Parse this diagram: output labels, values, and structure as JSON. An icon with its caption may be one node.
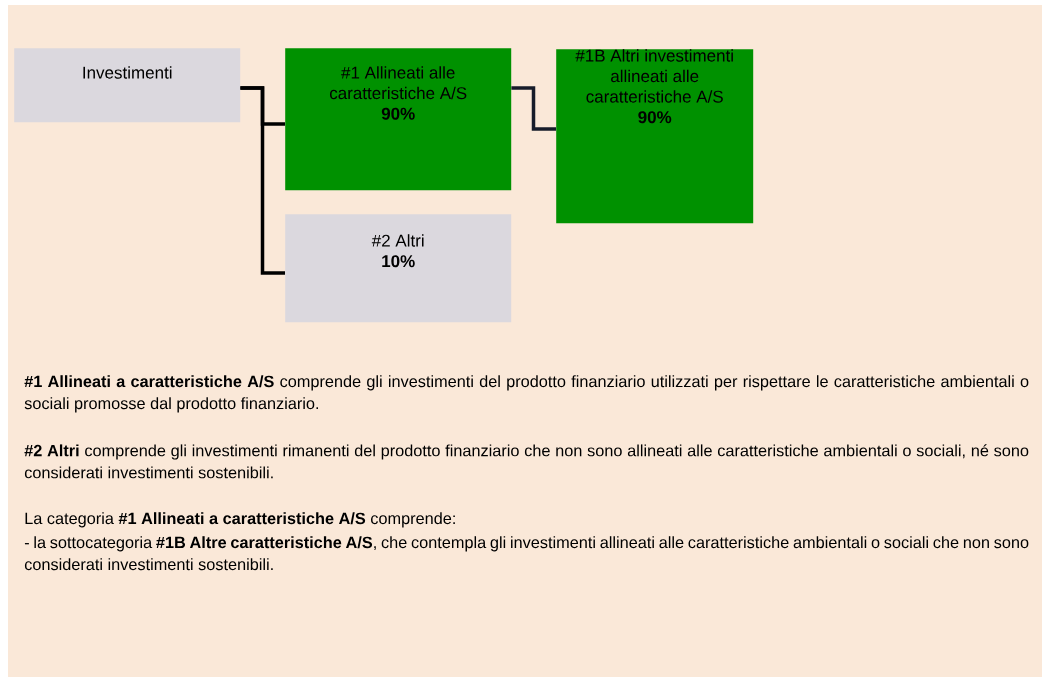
{
  "diagram": {
    "nodes": [
      {
        "text": [
          "Investimenti"
        ]
      },
      {
        "text": [
          "#1 Allineati alle caratteristiche A/S",
          "90%"
        ]
      },
      {
        "text": [
          "#1B Altri investimenti allineati alle caratteristiche A/S",
          "90%"
        ]
      },
      {
        "text": [
          "#2 Altri",
          "10%"
        ]
      }
    ],
    "edges": [
      {
        "from": 0,
        "to": 1,
        "arrow": "none"
      },
      {
        "from": 0,
        "to": 3,
        "arrow": "none"
      },
      {
        "from": 1,
        "to": 2,
        "arrow": "none",
        "color": "#171c2a"
      }
    ],
    "labels": [
      "**#1 Allineati a caratteristiche A/S** comprende gli investimenti del prodotto finanziario utilizzati per rispettare le caratteristiche ambientali o sociali promosse dal prodotto finanziario.",
      "**#2 Altri** comprende gli investimenti rimanenti del prodotto finanziario che non sono allineati alle caratteristiche ambientali o sociali, né sono considerati investimenti sostenibili.",
      "La categoria **#1 Allineati a caratteristiche A/S** comprende:",
      "- la sottocategoria **#1B Altre caratteristiche A/S**, che contempla gli investimenti allineati alle caratteristiche ambientali o sociali che non sono considerati investimenti sostenibili."
    ]
  }
}
